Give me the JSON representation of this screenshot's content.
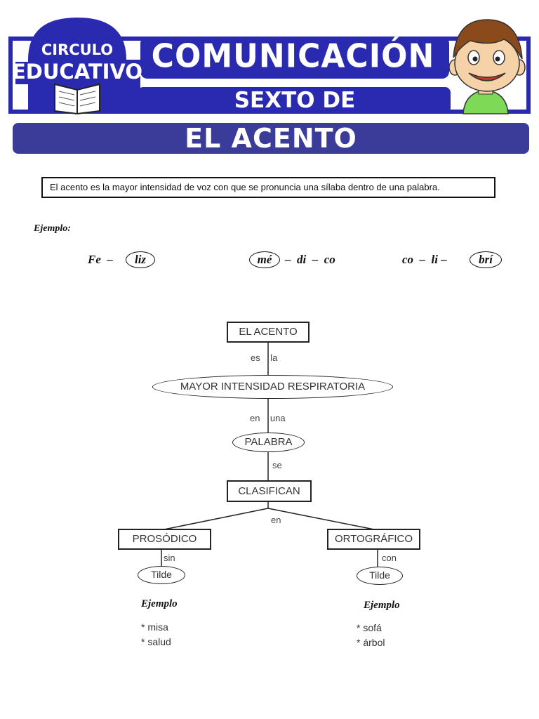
{
  "header": {
    "logo_line1": "CIRCULO",
    "logo_line2": "EDUCATIVO",
    "title": "COMUNICACIÓN",
    "subtitle": "SEXTO DE PRIMARIA",
    "brand_color": "#2a2ab0"
  },
  "topic": {
    "title": "EL ACENTO",
    "color": "#3b3b9a"
  },
  "definition": "El acento es la mayor intensidad de voz con que se pronuncia una sílaba dentro de una palabra.",
  "example_label": "Ejemplo:",
  "examples": {
    "w1_a": "Fe  –",
    "w1_stressed": "liz",
    "w2_stressed": "mé",
    "w2_b": "–  di  –  co",
    "w3_a": "co  –  li –",
    "w3_stressed": "brí"
  },
  "concept_map": {
    "root": "EL ACENTO",
    "c1": "es    la",
    "n1": "MAYOR  INTENSIDAD RESPIRATORIA",
    "c2": "en    una",
    "n2": "PALABRA",
    "c3": "se",
    "n3": "CLASIFICAN",
    "c4": "en",
    "left": {
      "node": "PROSÓDICO",
      "conn": "sin",
      "tilde": "Tilde",
      "ex_label": "Ejemplo",
      "items": [
        "* misa",
        "* salud"
      ]
    },
    "right": {
      "node": "ORTOGRÁFICO",
      "conn": "con",
      "tilde": "Tilde",
      "ex_label": "Ejemplo",
      "items": [
        "* sofá",
        "* árbol"
      ]
    }
  }
}
